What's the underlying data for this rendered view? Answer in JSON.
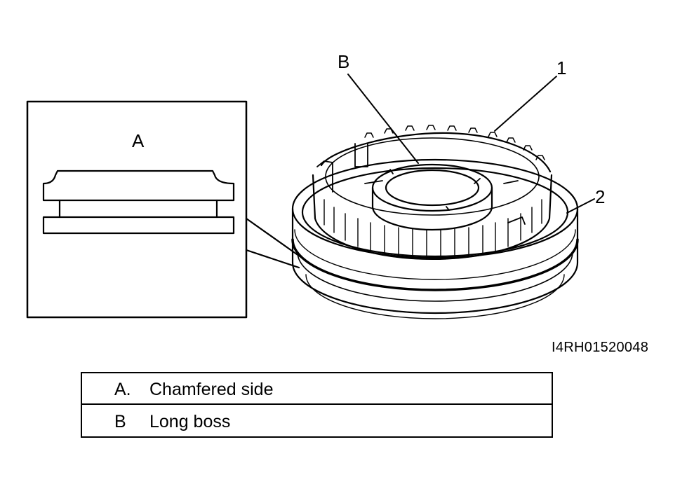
{
  "callouts": {
    "b": "B",
    "one": "1",
    "two": "2",
    "detail": "A"
  },
  "figure_id": "I4RH01520048",
  "legend": {
    "rows": [
      {
        "key": "A.",
        "text": "Chamfered side"
      },
      {
        "key": "B",
        "text": "Long boss"
      }
    ]
  },
  "colors": {
    "line": "#000000",
    "background": "#ffffff"
  }
}
